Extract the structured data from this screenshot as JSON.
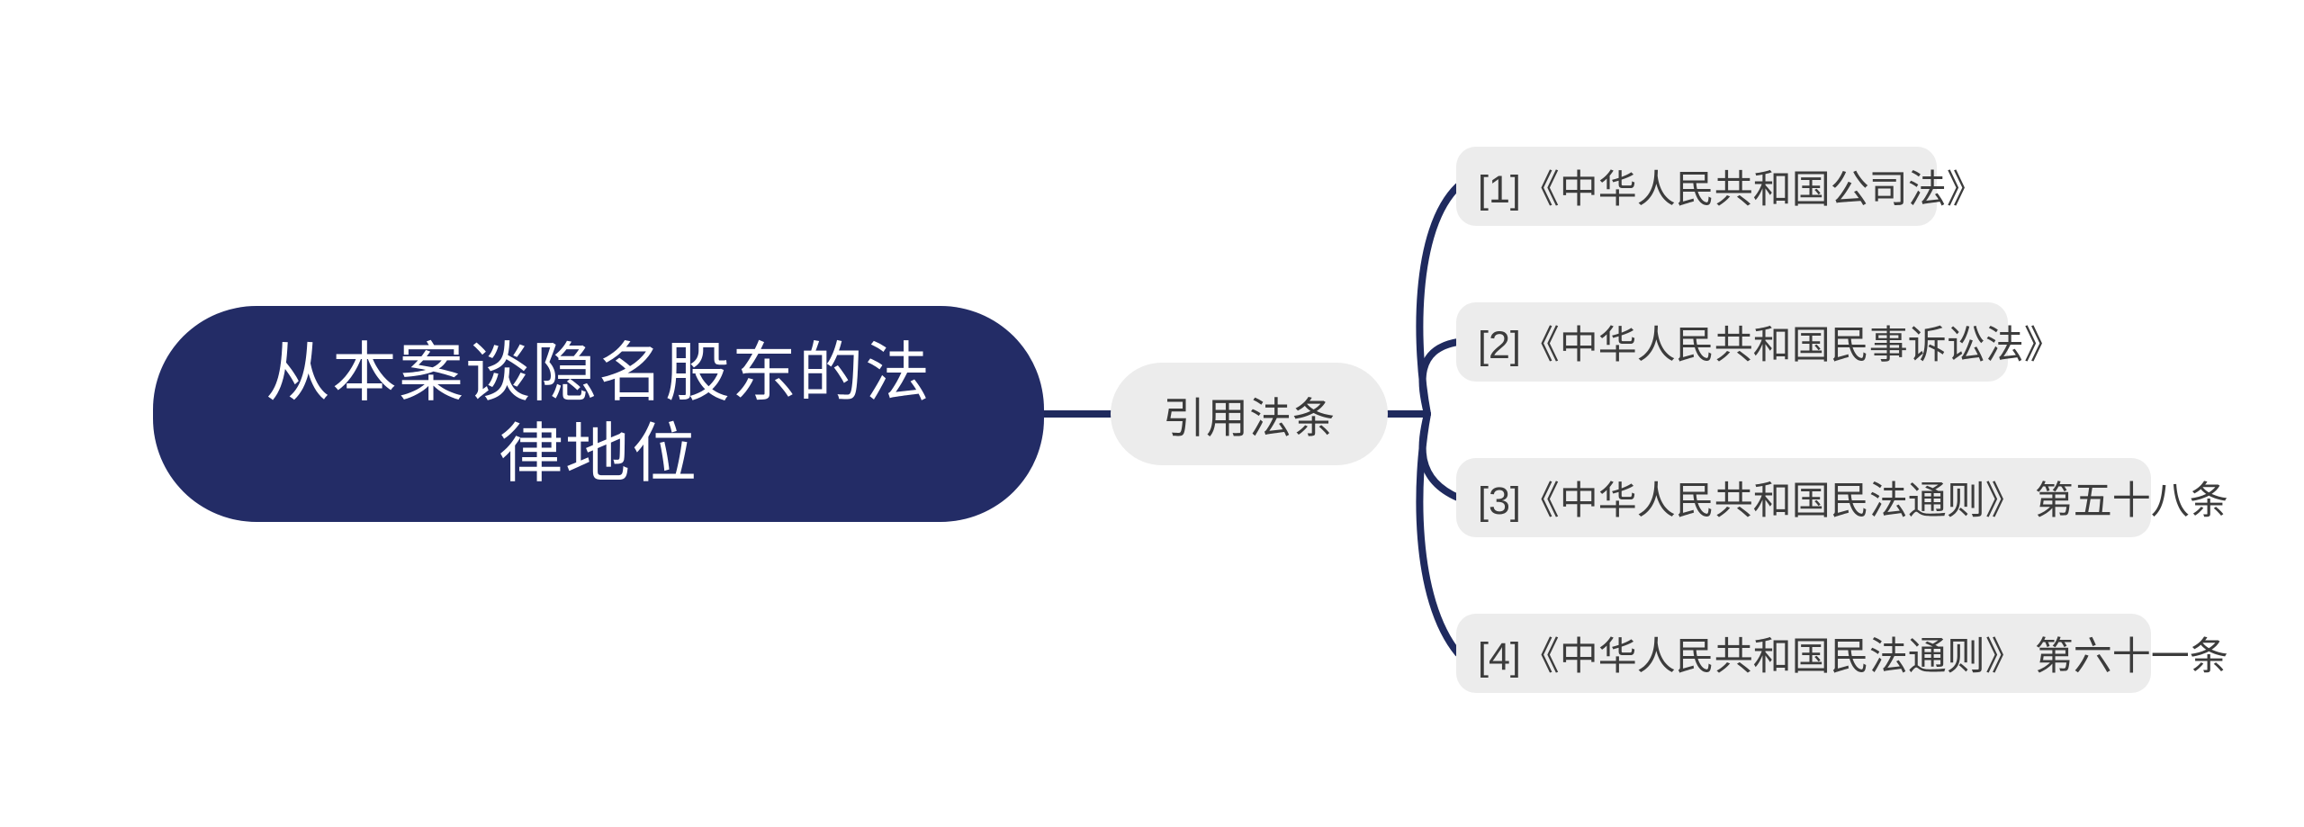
{
  "diagram": {
    "type": "mindmap",
    "background_color": "#ffffff",
    "root": {
      "label": "从本案谈隐名股东的法律地位",
      "bg_color": "#232C66",
      "text_color": "#ffffff"
    },
    "branch": {
      "label": "引用法条",
      "bg_color": "#ECECEC",
      "text_color": "#3A3A3A"
    },
    "items": [
      {
        "label": "[1]《中华人民共和国公司法》"
      },
      {
        "label": "[2]《中华人民共和国民事诉讼法》"
      },
      {
        "label": "[3]《中华人民共和国民法通则》 第五十八条"
      },
      {
        "label": "[4]《中华人民共和国民法通则》 第六十一条"
      }
    ],
    "item_bg_color": "#ECECEC",
    "item_text_color": "#3C3C3C",
    "connector_color": "#1F2A5E"
  }
}
